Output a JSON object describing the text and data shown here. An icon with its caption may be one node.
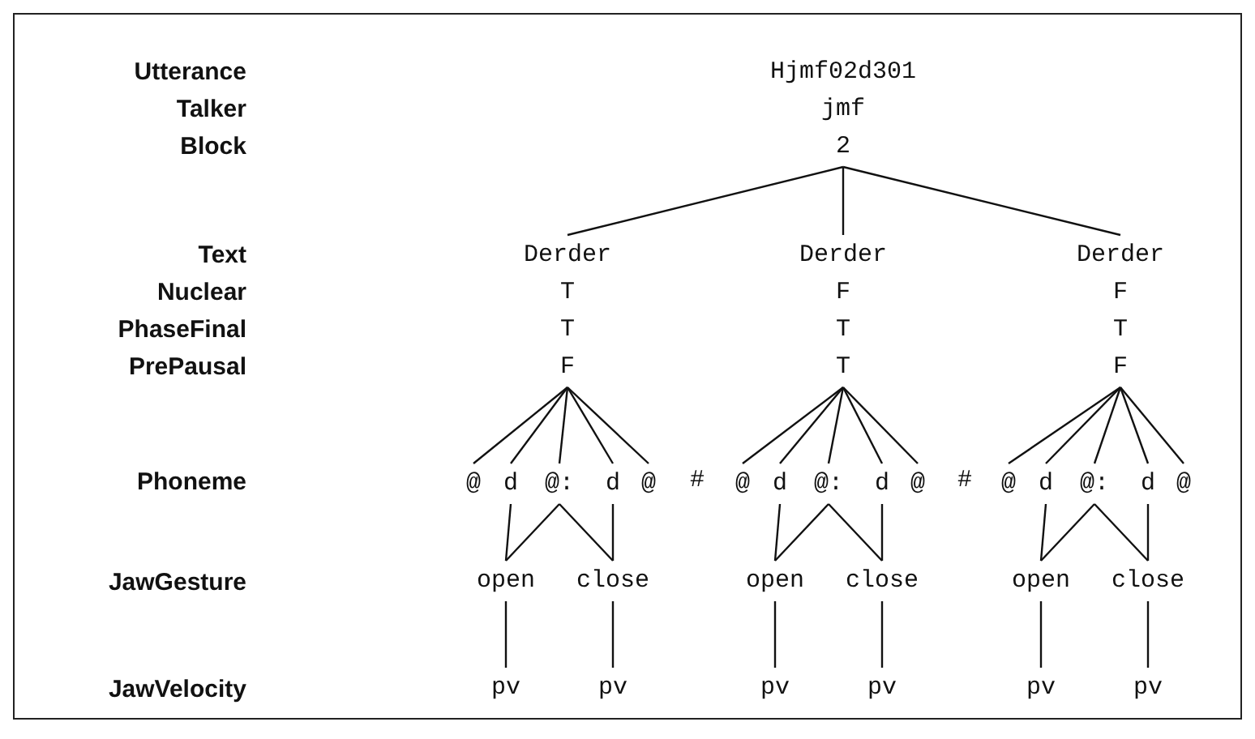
{
  "diagram": {
    "nodes": [
      {
        "text": [
          "Hjmf02d301",
          "jmf",
          "2"
        ]
      },
      {
        "text": [
          "Derder",
          "T",
          "T",
          "F"
        ]
      },
      {
        "text": [
          "Derder",
          "F",
          "T",
          "T"
        ]
      },
      {
        "text": [
          "Derder",
          "F",
          "T",
          "F"
        ]
      },
      {
        "text": [
          "@"
        ]
      },
      {
        "text": [
          "d"
        ]
      },
      {
        "text": [
          "@:"
        ]
      },
      {
        "text": [
          "d"
        ]
      },
      {
        "text": [
          "@"
        ]
      },
      {
        "text": [
          "@"
        ]
      },
      {
        "text": [
          "d"
        ]
      },
      {
        "text": [
          "@:"
        ]
      },
      {
        "text": [
          "d"
        ]
      },
      {
        "text": [
          "@"
        ]
      },
      {
        "text": [
          "@"
        ]
      },
      {
        "text": [
          "d"
        ]
      },
      {
        "text": [
          "@:"
        ]
      },
      {
        "text": [
          "d"
        ]
      },
      {
        "text": [
          "@"
        ]
      },
      {
        "text": [
          "open"
        ]
      },
      {
        "text": [
          "close"
        ]
      },
      {
        "text": [
          "open"
        ]
      },
      {
        "text": [
          "close"
        ]
      },
      {
        "text": [
          "open"
        ]
      },
      {
        "text": [
          "close"
        ]
      },
      {
        "text": [
          "pv"
        ]
      },
      {
        "text": [
          "pv"
        ]
      },
      {
        "text": [
          "pv"
        ]
      },
      {
        "text": [
          "pv"
        ]
      },
      {
        "text": [
          "pv"
        ]
      },
      {
        "text": [
          "pv"
        ]
      }
    ],
    "edges": [
      {
        "from": 0,
        "to": 1,
        "arrow": "none"
      },
      {
        "from": 0,
        "to": 2,
        "arrow": "none"
      },
      {
        "from": 0,
        "to": 3,
        "arrow": "none"
      },
      {
        "from": 1,
        "to": 4,
        "arrow": "none"
      },
      {
        "from": 1,
        "to": 5,
        "arrow": "none"
      },
      {
        "from": 1,
        "to": 6,
        "arrow": "none"
      },
      {
        "from": 1,
        "to": 7,
        "arrow": "none"
      },
      {
        "from": 1,
        "to": 8,
        "arrow": "none"
      },
      {
        "from": 2,
        "to": 9,
        "arrow": "none"
      },
      {
        "from": 2,
        "to": 10,
        "arrow": "none"
      },
      {
        "from": 2,
        "to": 11,
        "arrow": "none"
      },
      {
        "from": 2,
        "to": 12,
        "arrow": "none"
      },
      {
        "from": 2,
        "to": 13,
        "arrow": "none"
      },
      {
        "from": 3,
        "to": 14,
        "arrow": "none"
      },
      {
        "from": 3,
        "to": 15,
        "arrow": "none"
      },
      {
        "from": 3,
        "to": 16,
        "arrow": "none"
      },
      {
        "from": 3,
        "to": 17,
        "arrow": "none"
      },
      {
        "from": 3,
        "to": 18,
        "arrow": "none"
      },
      {
        "from": 5,
        "to": 19,
        "arrow": "none"
      },
      {
        "from": 6,
        "to": 19,
        "arrow": "none"
      },
      {
        "from": 6,
        "to": 20,
        "arrow": "none"
      },
      {
        "from": 7,
        "to": 20,
        "arrow": "none"
      },
      {
        "from": 10,
        "to": 21,
        "arrow": "none"
      },
      {
        "from": 11,
        "to": 21,
        "arrow": "none"
      },
      {
        "from": 11,
        "to": 22,
        "arrow": "none"
      },
      {
        "from": 12,
        "to": 22,
        "arrow": "none"
      },
      {
        "from": 15,
        "to": 23,
        "arrow": "none"
      },
      {
        "from": 16,
        "to": 23,
        "arrow": "none"
      },
      {
        "from": 16,
        "to": 24,
        "arrow": "none"
      },
      {
        "from": 17,
        "to": 24,
        "arrow": "none"
      },
      {
        "from": 19,
        "to": 25,
        "arrow": "none"
      },
      {
        "from": 20,
        "to": 26,
        "arrow": "none"
      },
      {
        "from": 21,
        "to": 27,
        "arrow": "none"
      },
      {
        "from": 22,
        "to": 28,
        "arrow": "none"
      },
      {
        "from": 23,
        "to": 29,
        "arrow": "none"
      },
      {
        "from": 24,
        "to": 30,
        "arrow": "none"
      }
    ],
    "labels": [
      "Utterance",
      "Talker",
      "Block",
      "Text",
      "Nuclear",
      "PhaseFinal",
      "PrePausal",
      "Phoneme",
      "#",
      "#",
      "JawGesture",
      "JawVelocity"
    ]
  }
}
